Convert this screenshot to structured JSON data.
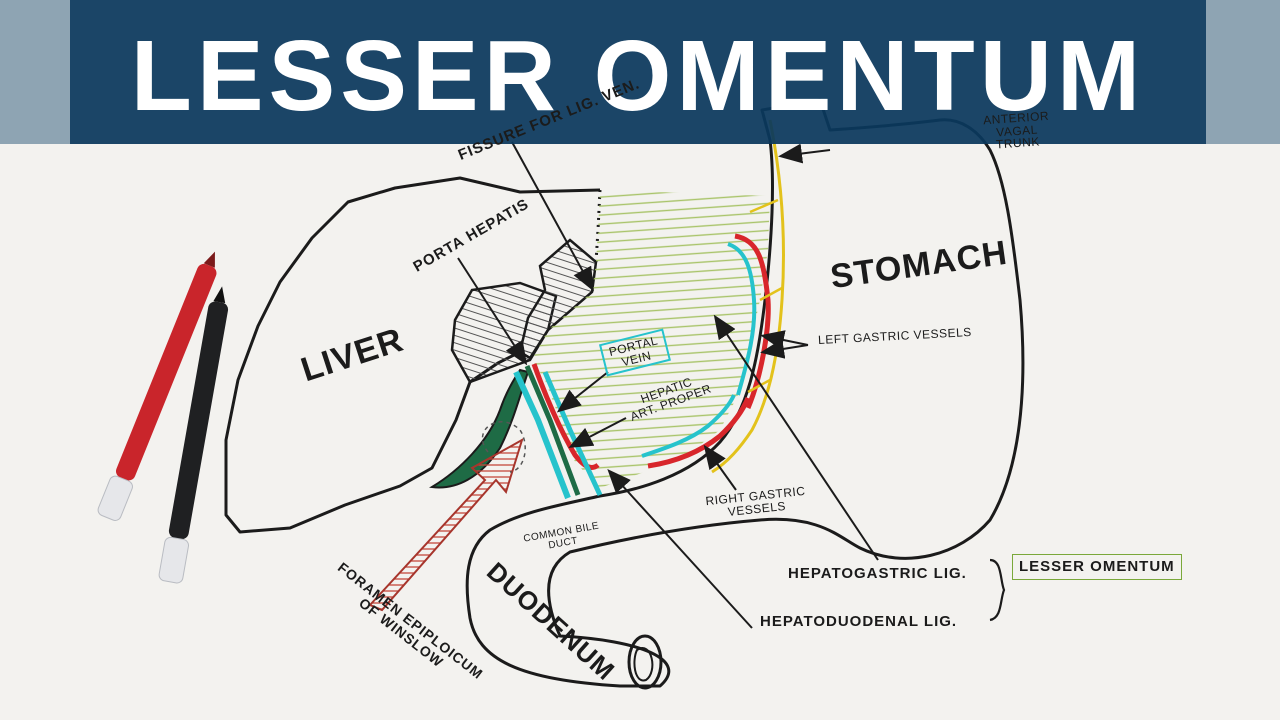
{
  "title": "LESSER OMENTUM",
  "labels": {
    "liver": "LIVER",
    "stomach": "STOMACH",
    "duodenum": "DUODENUM",
    "porta_hepatis": "PORTA HEPATIS",
    "fissure": "FISSURE FOR LIG. VEN.",
    "vagal_trunk": [
      "ANTERIOR",
      "VAGAL",
      "TRUNK"
    ],
    "left_gastric_vessels": "LEFT GASTRIC VESSELS",
    "portal_vein": [
      "PORTAL",
      "VEIN"
    ],
    "hepatic_artery": [
      "HEPATIC",
      "ART. PROPER"
    ],
    "right_gastric_vessels": [
      "RIGHT GASTRIC",
      "VESSELS"
    ],
    "common_bile_duct": [
      "COMMON BILE",
      "DUCT"
    ],
    "foramen": [
      "FORAMEN EPIPLOICUM",
      "OF WINSLOW"
    ],
    "hepatogastric": "HEPATOGASTRIC LIG.",
    "hepatoduodenal": "HEPATODUODENAL LIG.",
    "lesser_omentum_box": "LESSER OMENTUM"
  },
  "colors": {
    "banner": "#0a385c",
    "banner_text": "#ffffff",
    "paper": "#f3f2ef",
    "ink": "#1b1b1b",
    "omentum_lines": "#a9c46a",
    "artery": "#d8262b",
    "vein": "#26c3cc",
    "nerve": "#e3c21b",
    "bile_duct": "#1e6b45"
  }
}
